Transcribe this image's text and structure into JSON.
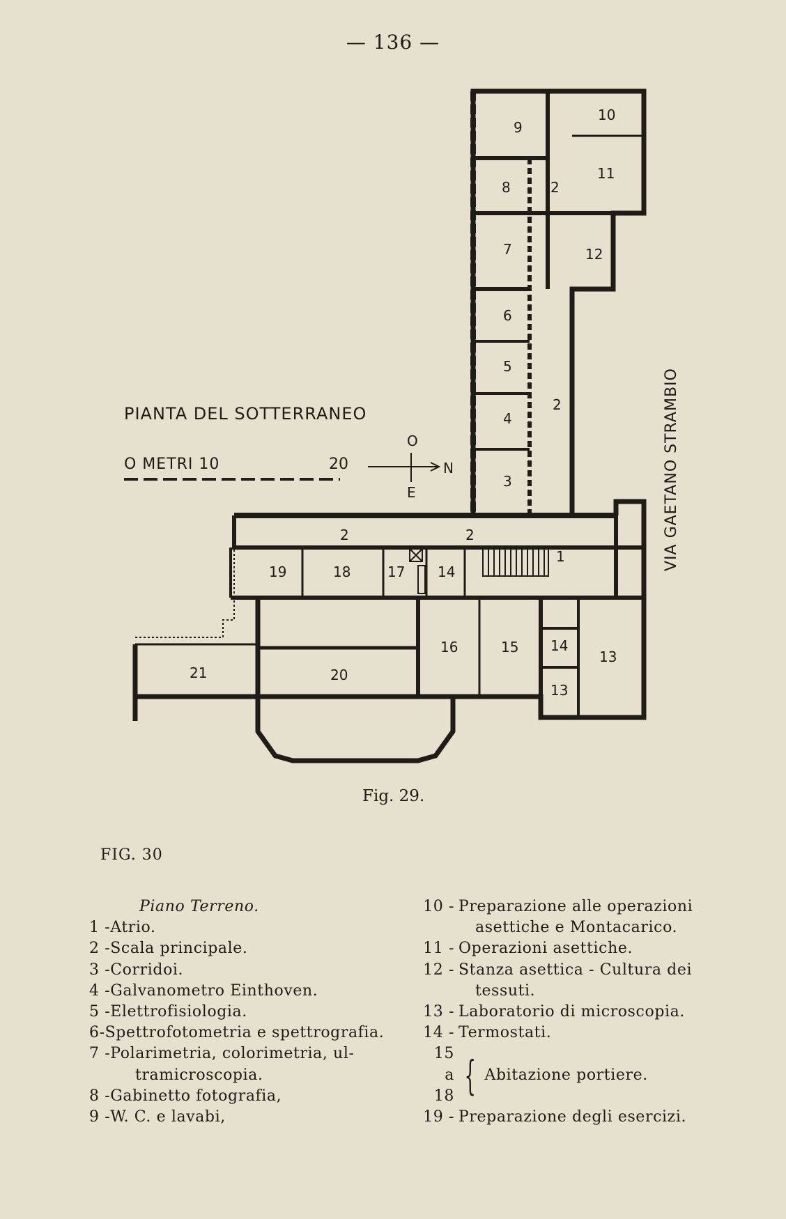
{
  "page_number": "— 136 —",
  "plan": {
    "title": "PIANTA DEL SOTTERRANEO",
    "scale_label": "O  METRI  10",
    "scale_end": "20",
    "compass": {
      "top": "O",
      "bottom": "E",
      "right": "N"
    },
    "street_label": "VIA   GAETANO   STRAMBIO",
    "rooms": [
      "9",
      "10",
      "8",
      "2",
      "11",
      "7",
      "12",
      "6",
      "5",
      "4",
      "2",
      "3",
      "2",
      "2",
      "1",
      "19",
      "18",
      "17",
      "14",
      "16",
      "15",
      "14",
      "13",
      "13",
      "21",
      "20"
    ]
  },
  "fig29_caption": "Fig. 29.",
  "fig30_label": "FIG. 30",
  "legend": {
    "heading": "Piano  Terreno.",
    "left": [
      {
        "num": "1 - ",
        "text": "Atrio."
      },
      {
        "num": "2 - ",
        "text": "Scala principale."
      },
      {
        "num": "3 - ",
        "text": "Corridoi."
      },
      {
        "num": "4 - ",
        "text": "Galvanometro Einthoven."
      },
      {
        "num": "5 - ",
        "text": "Elettrofisiologia."
      },
      {
        "num": "6- ",
        "text": "Spettrofotometria e spettrografia."
      },
      {
        "num": "7 - ",
        "text": "Polarimetria, colorimetria, ul-"
      },
      {
        "num": "",
        "text": "tramicroscopia."
      },
      {
        "num": "8 - ",
        "text": "Gabinetto fotografia,"
      },
      {
        "num": "9 - ",
        "text": "W. C. e lavabi,"
      }
    ],
    "right": [
      {
        "num": "10 -",
        "text": "Preparazione  alle  operazioni"
      },
      {
        "num": "",
        "text": "asettiche e Montacarico."
      },
      {
        "num": "11 -",
        "text": "Operazioni asettiche."
      },
      {
        "num": "12 -",
        "text": "Stanza  asettica  -  Cultura  dei"
      },
      {
        "num": "",
        "text": "tessuti."
      },
      {
        "num": "13 -",
        "text": "Laboratorio di microscopia."
      },
      {
        "num": "14 -",
        "text": "Termostati."
      }
    ],
    "brace_nums": [
      "15",
      "a",
      "18"
    ],
    "brace_text": "Abitazione portiere.",
    "last": {
      "num": "19 -",
      "text": "Preparazione degli esercizi."
    }
  }
}
